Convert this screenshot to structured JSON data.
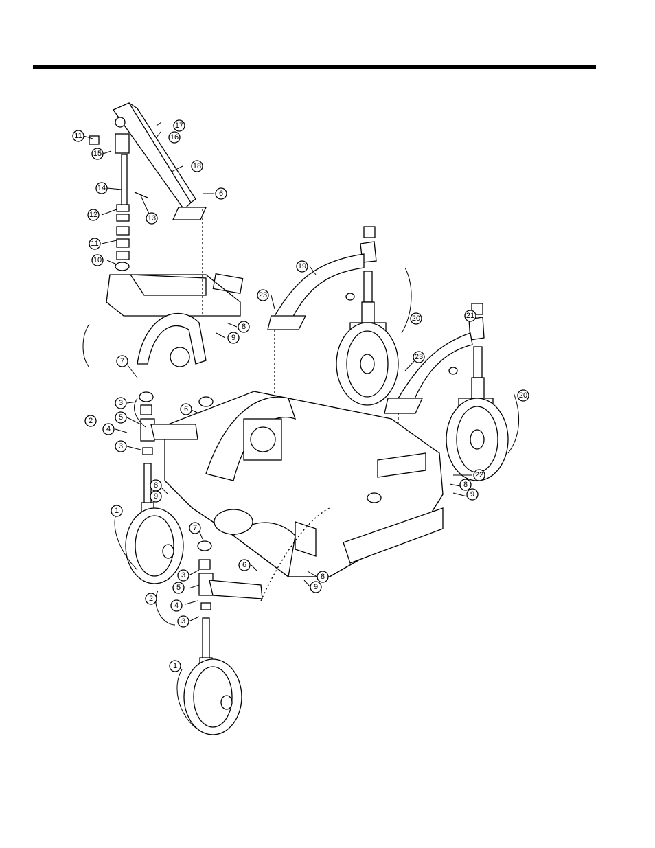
{
  "header": {
    "links": [
      {
        "text": ""
      },
      {
        "text": ""
      }
    ]
  },
  "figure": {
    "callouts": [
      {
        "id": "c11a",
        "num": "11"
      },
      {
        "id": "c15",
        "num": "15"
      },
      {
        "id": "c17",
        "num": "17"
      },
      {
        "id": "c16",
        "num": "16"
      },
      {
        "id": "c18",
        "num": "18"
      },
      {
        "id": "c14",
        "num": "14"
      },
      {
        "id": "c6a",
        "num": "6"
      },
      {
        "id": "c12",
        "num": "12"
      },
      {
        "id": "c13",
        "num": "13"
      },
      {
        "id": "c11b",
        "num": "11"
      },
      {
        "id": "c10",
        "num": "10"
      },
      {
        "id": "c19",
        "num": "19"
      },
      {
        "id": "c23a",
        "num": "23"
      },
      {
        "id": "c8a",
        "num": "8"
      },
      {
        "id": "c9a",
        "num": "9"
      },
      {
        "id": "c20a",
        "num": "20"
      },
      {
        "id": "c21",
        "num": "21"
      },
      {
        "id": "c23b",
        "num": "23"
      },
      {
        "id": "c7a",
        "num": "7"
      },
      {
        "id": "c20b",
        "num": "20"
      },
      {
        "id": "c3a",
        "num": "3"
      },
      {
        "id": "c6b",
        "num": "6"
      },
      {
        "id": "c2a",
        "num": "2"
      },
      {
        "id": "c5a",
        "num": "5"
      },
      {
        "id": "c4a",
        "num": "4"
      },
      {
        "id": "c3b",
        "num": "3"
      },
      {
        "id": "c22",
        "num": "22"
      },
      {
        "id": "c8b",
        "num": "8"
      },
      {
        "id": "c9b",
        "num": "9"
      },
      {
        "id": "c8c",
        "num": "8"
      },
      {
        "id": "c9c",
        "num": "9"
      },
      {
        "id": "c1a",
        "num": "1"
      },
      {
        "id": "c7b",
        "num": "7"
      },
      {
        "id": "c6c",
        "num": "6"
      },
      {
        "id": "c3c",
        "num": "3"
      },
      {
        "id": "c8d",
        "num": "8"
      },
      {
        "id": "c5b",
        "num": "5"
      },
      {
        "id": "c9d",
        "num": "9"
      },
      {
        "id": "c2b",
        "num": "2"
      },
      {
        "id": "c4b",
        "num": "4"
      },
      {
        "id": "c3d",
        "num": "3"
      },
      {
        "id": "c1b",
        "num": "1"
      }
    ]
  }
}
